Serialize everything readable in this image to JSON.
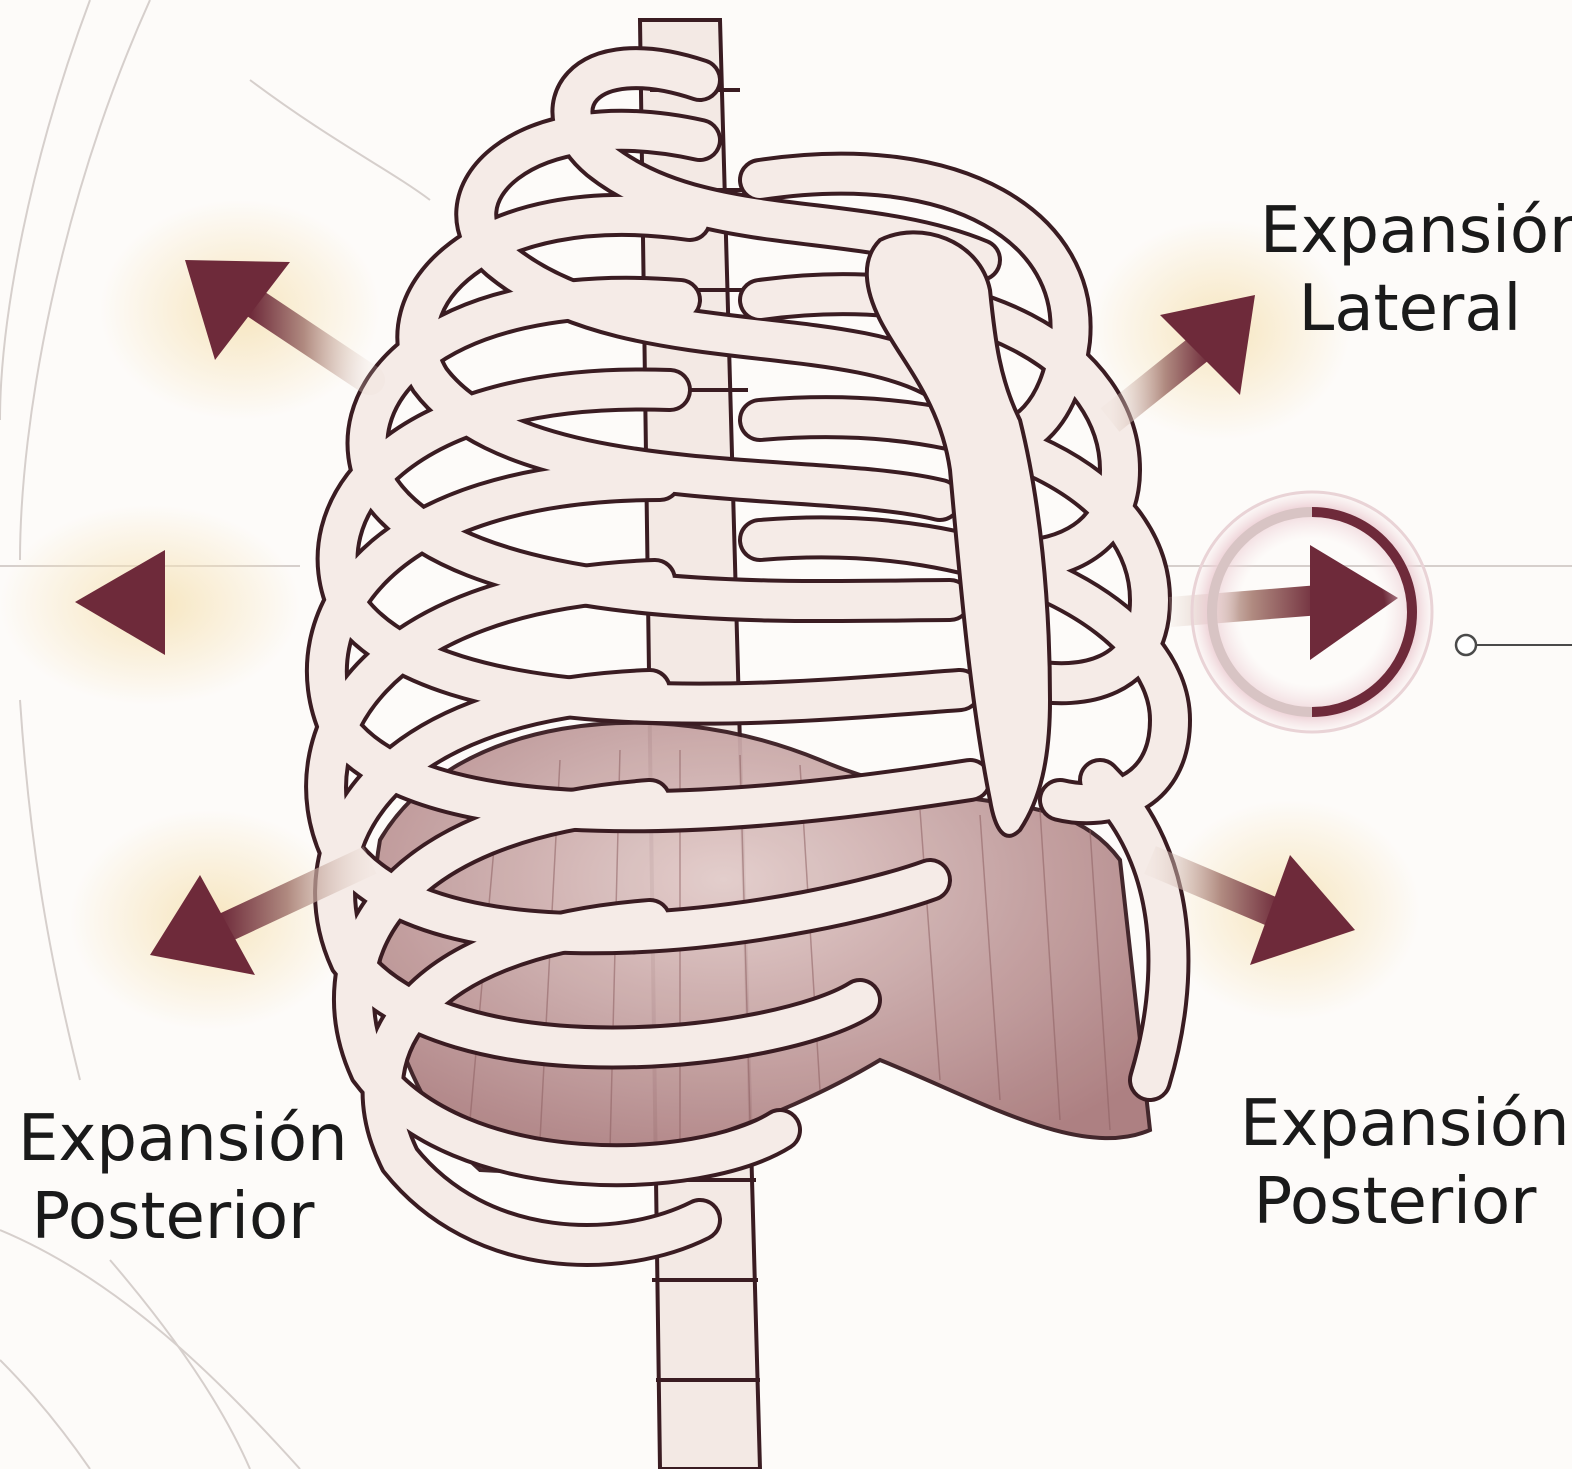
{
  "labels": {
    "lateral": {
      "line1": "Expansión",
      "line2": "Lateral"
    },
    "posterior_left": {
      "line1": "Expansión",
      "line2": "Posterior"
    },
    "posterior_right": {
      "line1": "Expansión",
      "line2": "Posterior"
    }
  },
  "colors": {
    "arrow_dark": "#6e2a3a",
    "arrow_light": "#e8d2c4",
    "bone_fill": "#f5ebe7",
    "bone_outline": "#3a1c22",
    "diaphragm": "#b98e8e",
    "guide_lines": "#c9c2bf",
    "background": "#fdfbf9"
  },
  "icons": [
    "expansion-arrow-icon",
    "progress-ring-icon",
    "callout-dot-icon"
  ]
}
